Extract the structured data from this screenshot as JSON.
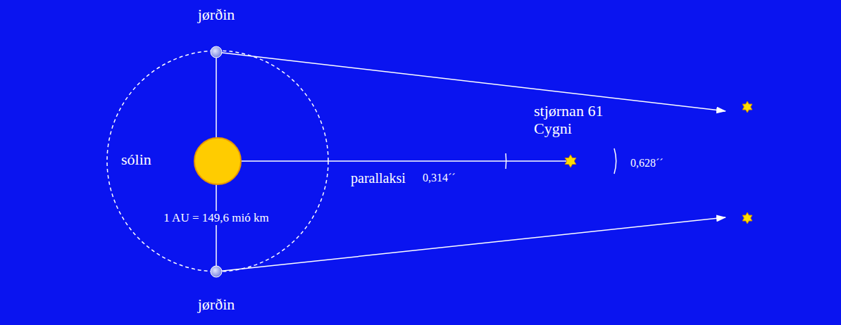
{
  "diagram": {
    "labels": [
      "jørðin",
      "sólin",
      "1 AU = 149,6 mió km",
      "parallaksi",
      "0,314´´",
      "stjørnan 61 Cygni",
      "0,628´´",
      "jørðin"
    ]
  }
}
